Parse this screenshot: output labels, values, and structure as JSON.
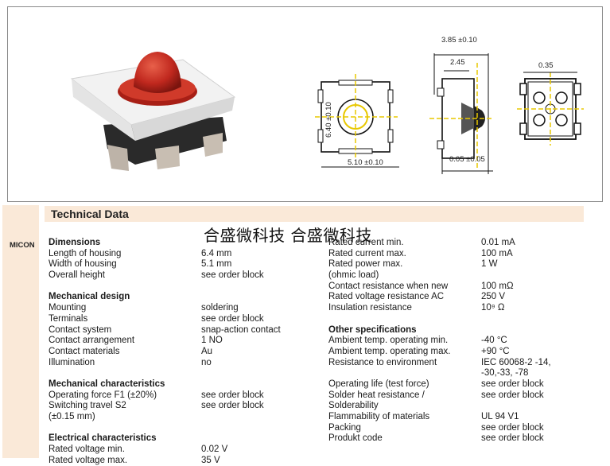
{
  "drawing": {
    "dim_width": "5.10 ±0.10",
    "dim_length": "6.40 ±0.10",
    "dim_overall": "3.85 ±0.10",
    "dim_body": "2.45",
    "dim_gap": "0.05 ±0.05",
    "dim_pin": "0.35"
  },
  "side_tab": {
    "brand": "MICON"
  },
  "header": {
    "title": "Technical Data"
  },
  "watermark": "合盛微科技 合盛微科技",
  "left_column": [
    {
      "type": "section",
      "label": "Dimensions"
    },
    {
      "type": "row",
      "label": "Length of housing",
      "value": "6.4 mm"
    },
    {
      "type": "row",
      "label": "Width of housing",
      "value": "5.1 mm"
    },
    {
      "type": "row",
      "label": "Overall height",
      "value": "see order block"
    },
    {
      "type": "gap"
    },
    {
      "type": "section",
      "label": "Mechanical design"
    },
    {
      "type": "row",
      "label": "Mounting",
      "value": "soldering"
    },
    {
      "type": "row",
      "label": "Terminals",
      "value": "see order block"
    },
    {
      "type": "row",
      "label": "Contact system",
      "value": "snap-action contact"
    },
    {
      "type": "row",
      "label": "Contact arrangement",
      "value": "1 NO"
    },
    {
      "type": "row",
      "label": "Contact materials",
      "value": "Au"
    },
    {
      "type": "row",
      "label": "Illumination",
      "value": "no"
    },
    {
      "type": "gap"
    },
    {
      "type": "section",
      "label": "Mechanical characteristics"
    },
    {
      "type": "row",
      "label": "Operating force F1 (±20%)",
      "value": "see order block"
    },
    {
      "type": "row",
      "label": "Switching travel S2",
      "value": "see order block"
    },
    {
      "type": "row",
      "label": "(±0.15 mm)",
      "value": ""
    },
    {
      "type": "gap"
    },
    {
      "type": "section",
      "label": "Electrical characteristics"
    },
    {
      "type": "row",
      "label": "Rated voltage min.",
      "value": "0.02 V"
    },
    {
      "type": "row",
      "label": "Rated voltage max.",
      "value": "35 V"
    }
  ],
  "right_column": [
    {
      "type": "row",
      "label": "Rated current min.",
      "value": "0.01 mA"
    },
    {
      "type": "row",
      "label": "Rated current max.",
      "value": "100 mA"
    },
    {
      "type": "row",
      "label": "Rated power max.",
      "value": "1 W"
    },
    {
      "type": "row",
      "label": "(ohmic load)",
      "value": ""
    },
    {
      "type": "row",
      "label": "Contact resistance when new",
      "value": "100 mΩ"
    },
    {
      "type": "row",
      "label": "Rated voltage resistance AC",
      "value": "250 V"
    },
    {
      "type": "row",
      "label": "Insulation resistance",
      "value": "10⁹ Ω"
    },
    {
      "type": "gap"
    },
    {
      "type": "section",
      "label": "Other specifications"
    },
    {
      "type": "row",
      "label": "Ambient temp. operating min.",
      "value": "-40 °C"
    },
    {
      "type": "row",
      "label": "Ambient temp. operating max.",
      "value": "+90 °C"
    },
    {
      "type": "row",
      "label": "Resistance to environment",
      "value": "IEC 60068-2 -14,"
    },
    {
      "type": "row",
      "label": "",
      "value": "-30,-33, -78"
    },
    {
      "type": "row",
      "label": "Operating life (test force)",
      "value": "see order block"
    },
    {
      "type": "row",
      "label": "Solder heat resistance /",
      "value": "see order block"
    },
    {
      "type": "row",
      "label": "Solderability",
      "value": ""
    },
    {
      "type": "row",
      "label": "Flammability of materials",
      "value": "UL 94 V1"
    },
    {
      "type": "row",
      "label": "Packing",
      "value": "see order block"
    },
    {
      "type": "row",
      "label": "Produkt code",
      "value": "see order block"
    }
  ],
  "colors": {
    "tab": "#fae9d8",
    "accent_line": "#e8c800",
    "actuator": "#c0281e"
  }
}
